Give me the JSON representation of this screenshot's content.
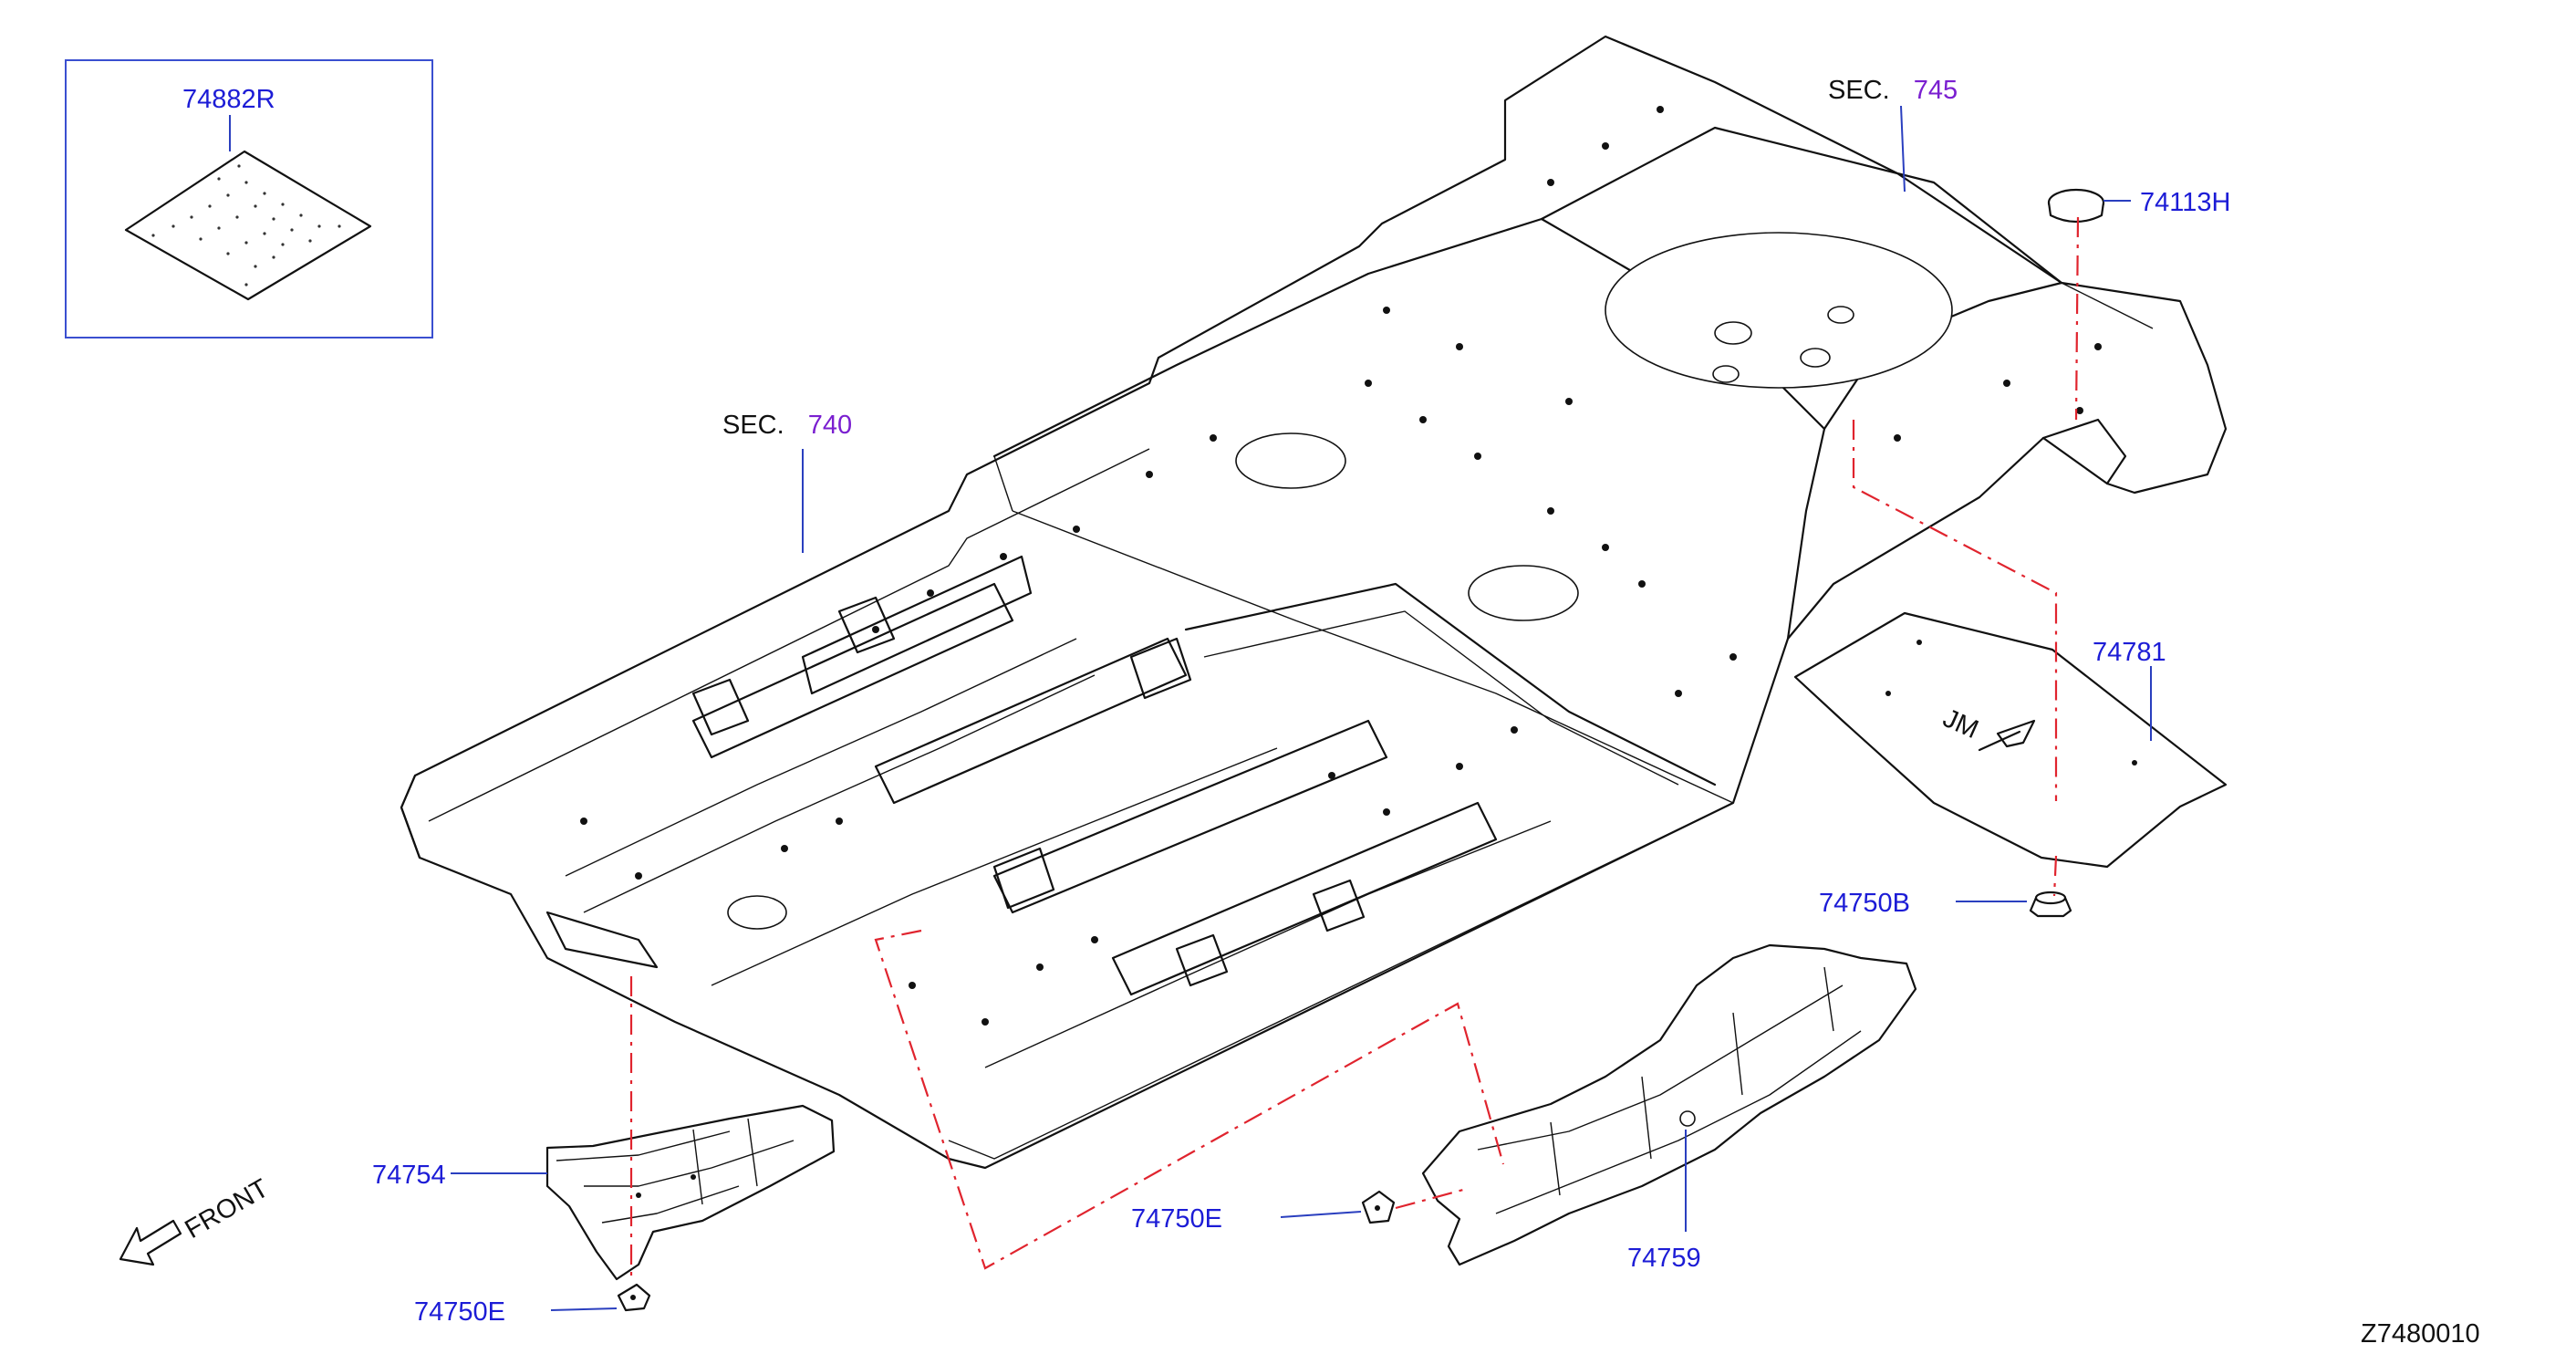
{
  "diagram": {
    "code": "Z7480010",
    "front_label": "FRONT",
    "sections": [
      {
        "prefix": "SEC.",
        "number": "740"
      },
      {
        "prefix": "SEC.",
        "number": "745"
      }
    ],
    "parts": {
      "p74882R": "74882R",
      "p74113H": "74113H",
      "p74781": "74781",
      "p74750B": "74750B",
      "p74754": "74754",
      "p74750E_left": "74750E",
      "p74750E_mid": "74750E",
      "p74759": "74759"
    },
    "colors": {
      "part_number": "#1c1cd6",
      "section_number": "#7a1fd0",
      "leader": "#2a3fbf",
      "phantom_line": "#e0242e",
      "outline": "#111111"
    }
  }
}
